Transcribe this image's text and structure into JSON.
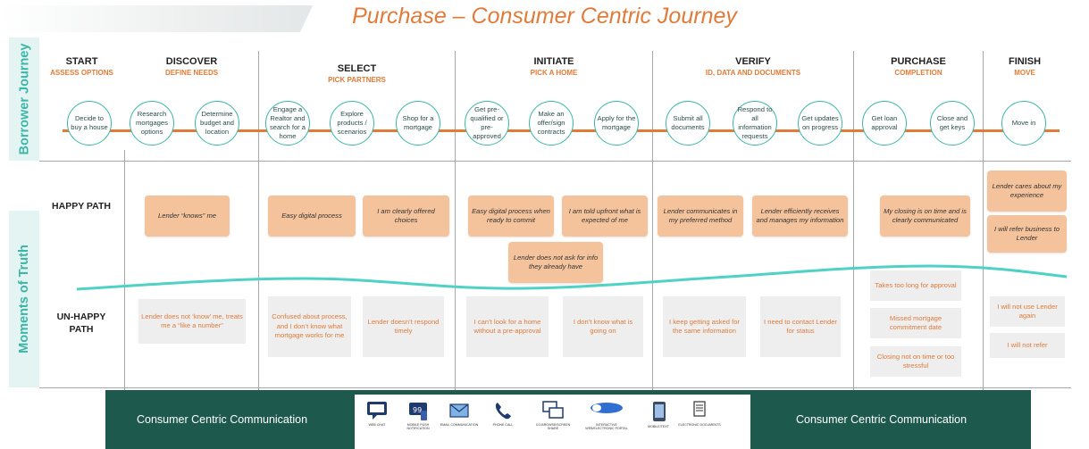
{
  "title": "Purchase – Consumer Centric Journey",
  "side_labels": {
    "top": "Borrower Journey",
    "bottom": "Moments of Truth"
  },
  "stages": [
    {
      "name": "START",
      "sub": "ASSESS OPTIONS"
    },
    {
      "name": "DISCOVER",
      "sub": "DEFINE NEEDS"
    },
    {
      "name": "SELECT",
      "sub": "PICK PARTNERS"
    },
    {
      "name": "INITIATE",
      "sub": "PICK A HOME"
    },
    {
      "name": "VERIFY",
      "sub": "ID, DATA AND DOCUMENTS"
    },
    {
      "name": "PURCHASE",
      "sub": "COMPLETION"
    },
    {
      "name": "FINISH",
      "sub": "MOVE"
    }
  ],
  "steps": [
    "Decide to buy a house",
    "Research mortgages options",
    "Determine budget and location",
    "Engage a Realtor and search for a home",
    "Explore products / scenarios",
    "Shop for a mortgage",
    "Get pre-qualified or pre-approved",
    "Make an offer/sign contracts",
    "Apply for the mortgage",
    "Submit all documents",
    "Respond to all information requests",
    "Get updates on progress",
    "Get loan approval",
    "Close and get keys",
    "Move in"
  ],
  "row_labels": {
    "happy": "HAPPY PATH",
    "unhappy": "UN-HAPPY PATH"
  },
  "happy": [
    "Lender “knows” me",
    "Easy digital process",
    "I am clearly offered choices",
    "Easy digital process when ready to commit",
    "I am told upfront what is expected of me",
    "Lender does not ask for info they already have",
    "Lender communicates in my preferred method",
    "Lender efficiently receives and manages my information",
    "My closing is on time and is clearly communicated",
    "Lender cares about my experience",
    "I will refer business to Lender"
  ],
  "unhappy": [
    "Lender does not ‘know’ me, treats me a “like a number”",
    "Confused about process, and I don’t know what mortgage works for me",
    "Lender doesn’t respond timely",
    "I can’t look for a home without a pre-approval",
    "I don’t know what is going on",
    "I keep getting asked for the same information",
    "I need to contact Lender for status",
    "Takes too long for approval",
    "Missed mortgage commitment date",
    "Closing not on time or too stressful",
    "I will not use Lender again",
    "I will not refer"
  ],
  "banner": {
    "left": "Consumer Centric Communication",
    "right": "Consumer Centric Communication"
  },
  "channels": [
    {
      "icon": "web-chat-icon",
      "label": "WEB CHAT"
    },
    {
      "icon": "mobile-push-notification-icon",
      "label": "MOBILE PUSH NOTIFICATION"
    },
    {
      "icon": "email-communication-icon",
      "label": "EMAIL COMMUNICATION"
    },
    {
      "icon": "phone-call-icon",
      "label": "PHONE CALL"
    },
    {
      "icon": "co-browsing-icon",
      "label": "CO-BROWSE/SCREEN SHARE"
    },
    {
      "icon": "web-portal-icon",
      "label": "INTERACTIVE WEB/ELECTRONIC PORTAL"
    },
    {
      "icon": "mobile-text-icon",
      "label": "MOBILE/TEXT"
    },
    {
      "icon": "electronic-docs-icon",
      "label": "ELECTRONIC DOCUMENTS"
    }
  ],
  "colors": {
    "accent": "#e07b39",
    "teal": "#3bb6a7",
    "banner": "#1d5a4d",
    "happy_fill": "#f4c39c",
    "unhappy_fill": "#eeeeee"
  }
}
